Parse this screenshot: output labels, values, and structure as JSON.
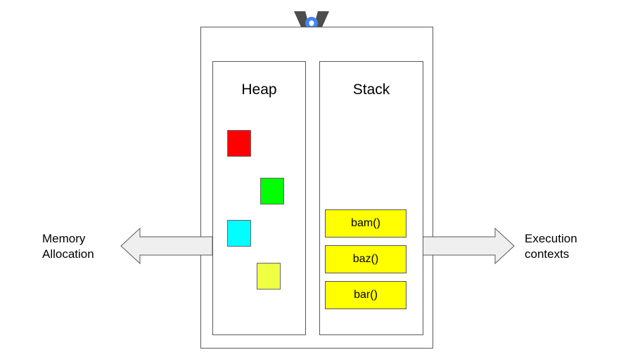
{
  "heap": {
    "title": "Heap",
    "objects": [
      {
        "color": "#ff0000"
      },
      {
        "color": "#00ff00"
      },
      {
        "color": "#00ffff"
      },
      {
        "color": "#eeff44"
      }
    ]
  },
  "stack": {
    "title": "Stack",
    "frames": [
      "bam()",
      "baz()",
      "bar()"
    ],
    "frame_color": "#ffff00"
  },
  "left_label": {
    "line1": "Memory",
    "line2": "Allocation"
  },
  "right_label": {
    "line1": "Execution",
    "line2": "contexts"
  },
  "logo": {
    "icon": "v8-logo-icon",
    "colors": {
      "blue": "#4285f4",
      "dark": "#4d4d4d"
    }
  }
}
